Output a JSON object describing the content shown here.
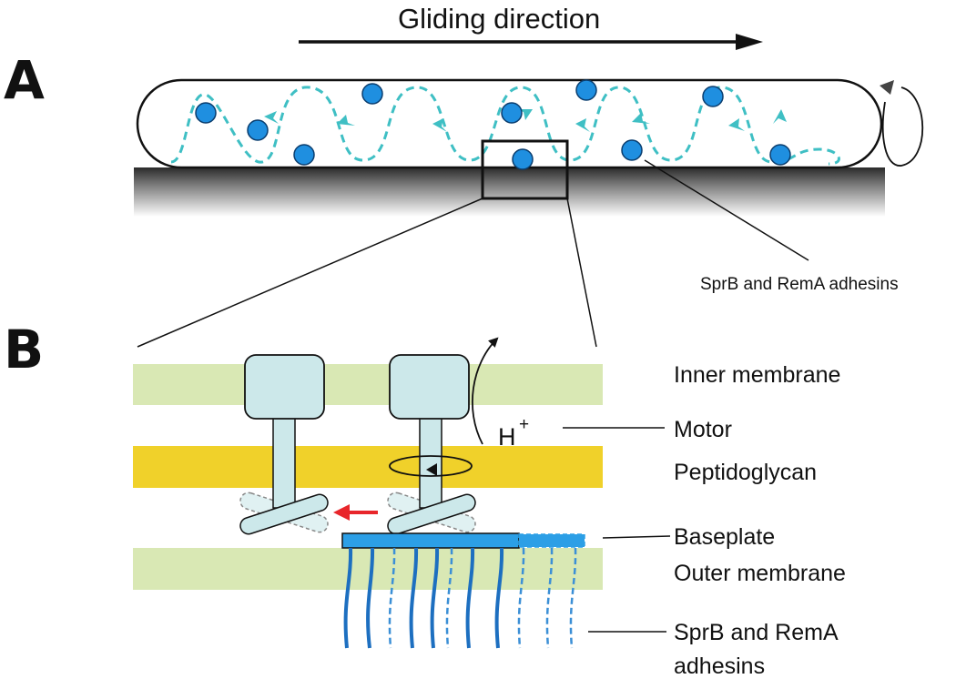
{
  "panel_a": {
    "letter": "A",
    "direction_label": "Gliding direction",
    "adhesin_callout": "SprB and RemA adhesins"
  },
  "panel_b": {
    "letter": "B",
    "labels": {
      "inner_membrane": "Inner membrane",
      "motor": "Motor",
      "peptidoglycan": "Peptidoglycan",
      "baseplate": "Baseplate",
      "outer_membrane": "Outer membrane",
      "adhesins_line1": "SprB and RemA",
      "adhesins_line2": "adhesins"
    },
    "proton": {
      "symbol": "H",
      "charge": "+"
    }
  },
  "colors": {
    "membrane": "#d9e8b4",
    "peptidoglycan": "#f0d12a",
    "motor": "#cce8ea",
    "adhesin_dot": "#1f8fe0",
    "track": "#3fbfc4",
    "baseplate": "#2c9fe6",
    "adhesin_filament": "#1d6fc0",
    "arrow_red": "#e8262b",
    "surface_dark": "#333333"
  }
}
